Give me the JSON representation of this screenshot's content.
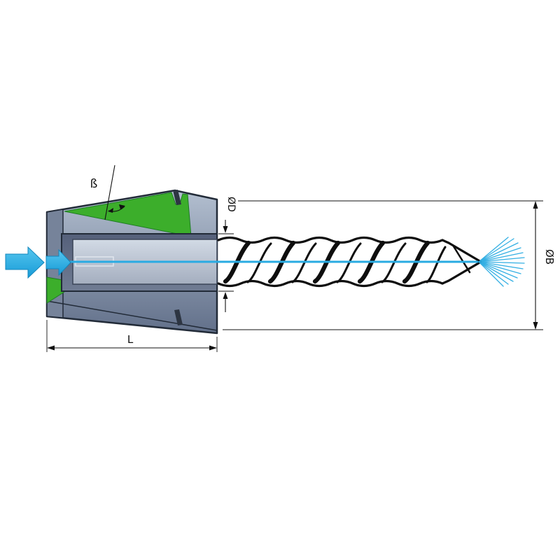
{
  "diagram": {
    "description": "Cross-section technical drawing of an ER collet holding a coolant-through twist drill with coolant spray at the tip",
    "labels": {
      "taper_angle": "ß",
      "bore_diameter": "ØD",
      "body_diameter": "ØB",
      "length": "L"
    },
    "colors": {
      "coolant-blue": "#29abe2",
      "section-green": "#3cae2b",
      "body-gray": "#8e9bb0",
      "outline-dark": "#222b38",
      "dimension-black": "#111111"
    }
  }
}
